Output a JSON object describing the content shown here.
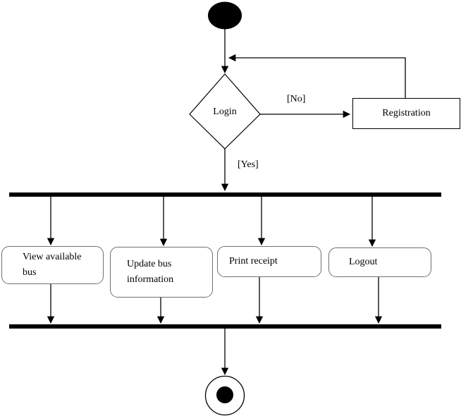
{
  "colors": {
    "background": "#ffffff",
    "line": "#000000",
    "activity_border": "#707070",
    "node_fill": "#000000"
  },
  "diagram": {
    "decision_label": "Login",
    "guard_no": "[No]",
    "guard_yes": "[Yes]",
    "registration_label": "Registration",
    "activities": [
      {
        "lines": [
          "View available",
          "bus"
        ]
      },
      {
        "lines": [
          "Update bus",
          "information"
        ]
      },
      {
        "lines": [
          "Print receipt"
        ]
      },
      {
        "lines": [
          "Logout"
        ]
      }
    ]
  }
}
